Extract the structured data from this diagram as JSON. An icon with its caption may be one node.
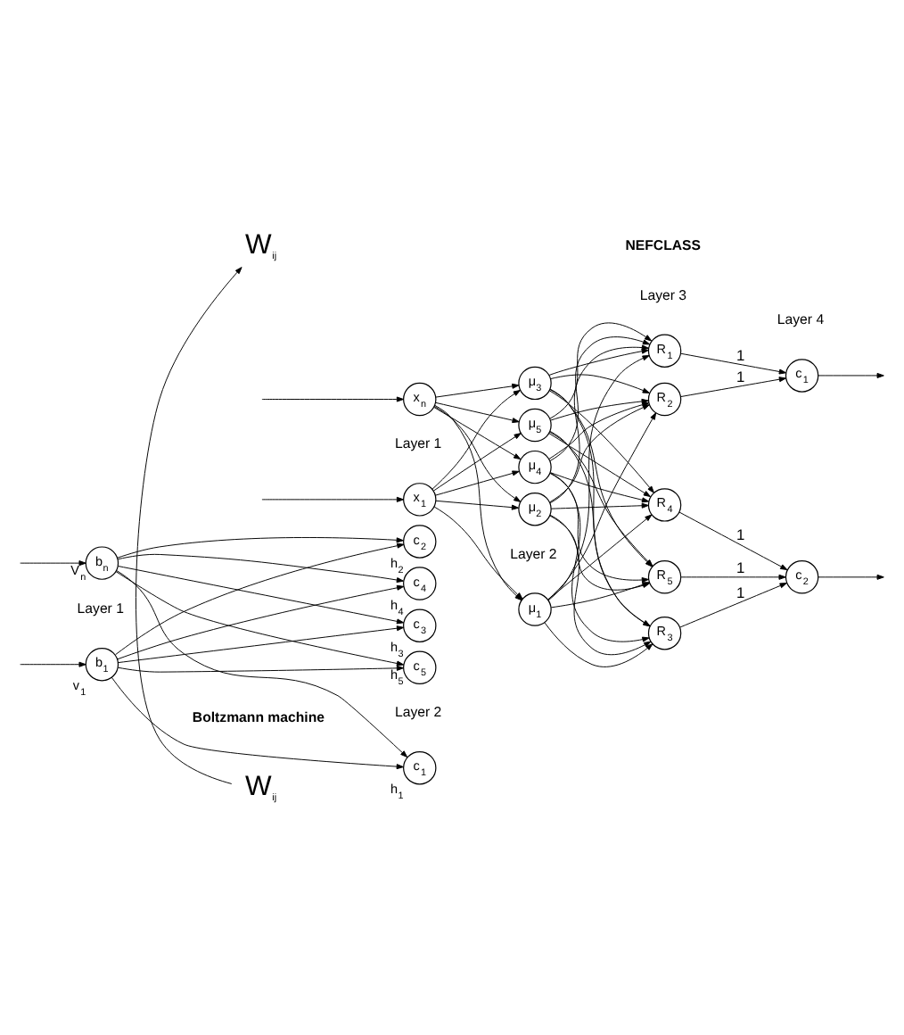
{
  "diagram": {
    "nodes": [
      {
        "text": [
          "b$_{1}$"
        ],
        "beside": [
          "v$_{1}$"
        ]
      },
      {
        "text": [
          "b$_{n}$"
        ],
        "beside": [
          "V$_{n}$"
        ]
      },
      {
        "text": [
          "c$_{1}$"
        ],
        "beside": [
          "h$_{1}$"
        ]
      },
      {
        "text": [
          "c$_{2}$"
        ],
        "beside": [
          "h$_{2}$"
        ]
      },
      {
        "text": [
          "c$_{3}$"
        ],
        "beside": [
          "h$_{3}$"
        ]
      },
      {
        "text": [
          "c$_{4}$"
        ],
        "beside": [
          "h$_{4}$"
        ]
      },
      {
        "text": [
          "c$_{5}$"
        ],
        "beside": [
          "h$_{5}$"
        ]
      },
      {
        "text": [
          "W$_{ij}$"
        ]
      },
      {
        "text": [
          "W$_{ij}$"
        ]
      },
      {
        "text": [
          "x$_{1}$"
        ]
      },
      {
        "text": [
          "x$_{n}$"
        ]
      },
      {
        "text": [
          "μ$_{1}$"
        ]
      },
      {
        "text": [
          "μ$_{2}$"
        ]
      },
      {
        "text": [
          "μ$_{3}$"
        ]
      },
      {
        "text": [
          "μ$_{4}$"
        ]
      },
      {
        "text": [
          "μ$_{5}$"
        ]
      },
      {
        "text": [
          "R$_{1}$"
        ]
      },
      {
        "text": [
          "R$_{2}$"
        ]
      },
      {
        "text": [
          "R$_{3}$"
        ]
      },
      {
        "text": [
          "R$_{4}$"
        ]
      },
      {
        "text": [
          "R$_{5}$"
        ]
      },
      {
        "text": [
          "c$_{1}$"
        ]
      },
      {
        "text": [
          "c$_{2}$"
        ]
      }
    ],
    "edges": [
      {
        "from": null,
        "to": 0,
        "arrow": "to"
      },
      {
        "from": null,
        "to": 1,
        "arrow": "to"
      },
      {
        "from": 0,
        "to": 2,
        "arrow": "to"
      },
      {
        "from": 0,
        "to": 3,
        "arrow": "to"
      },
      {
        "from": 0,
        "to": 4,
        "arrow": "to"
      },
      {
        "from": 0,
        "to": 5,
        "arrow": "to"
      },
      {
        "from": 0,
        "to": 6,
        "arrow": "to"
      },
      {
        "from": 1,
        "to": 2,
        "arrow": "to"
      },
      {
        "from": 1,
        "to": 3,
        "arrow": "to"
      },
      {
        "from": 1,
        "to": 4,
        "arrow": "to"
      },
      {
        "from": 1,
        "to": 5,
        "arrow": "to"
      },
      {
        "from": 1,
        "to": 6,
        "arrow": "to"
      },
      {
        "from": 7,
        "to": 8,
        "arrow": "to"
      },
      {
        "from": null,
        "to": 9,
        "arrow": "to"
      },
      {
        "from": null,
        "to": 10,
        "arrow": "to"
      },
      {
        "from": 9,
        "to": 11,
        "arrow": "to"
      },
      {
        "from": 9,
        "to": 12,
        "arrow": "to"
      },
      {
        "from": 9,
        "to": 13,
        "arrow": "to"
      },
      {
        "from": 9,
        "to": 14,
        "arrow": "to"
      },
      {
        "from": 9,
        "to": 15,
        "arrow": "to"
      },
      {
        "from": 10,
        "to": 11,
        "arrow": "to"
      },
      {
        "from": 10,
        "to": 12,
        "arrow": "to"
      },
      {
        "from": 10,
        "to": 13,
        "arrow": "to"
      },
      {
        "from": 10,
        "to": 14,
        "arrow": "to"
      },
      {
        "from": 10,
        "to": 15,
        "arrow": "to"
      },
      {
        "from": 11,
        "to": 16,
        "arrow": "to"
      },
      {
        "from": 11,
        "to": 17,
        "arrow": "to"
      },
      {
        "from": 11,
        "to": 18,
        "arrow": "to"
      },
      {
        "from": 11,
        "to": 19,
        "arrow": "to"
      },
      {
        "from": 11,
        "to": 20,
        "arrow": "to"
      },
      {
        "from": 12,
        "to": 16,
        "arrow": "to"
      },
      {
        "from": 12,
        "to": 17,
        "arrow": "to"
      },
      {
        "from": 12,
        "to": 18,
        "arrow": "to"
      },
      {
        "from": 12,
        "to": 19,
        "arrow": "to"
      },
      {
        "from": 12,
        "to": 20,
        "arrow": "to"
      },
      {
        "from": 13,
        "to": 16,
        "arrow": "to"
      },
      {
        "from": 13,
        "to": 17,
        "arrow": "to"
      },
      {
        "from": 13,
        "to": 18,
        "arrow": "to"
      },
      {
        "from": 13,
        "to": 19,
        "arrow": "to"
      },
      {
        "from": 13,
        "to": 20,
        "arrow": "to"
      },
      {
        "from": 14,
        "to": 16,
        "arrow": "to"
      },
      {
        "from": 14,
        "to": 17,
        "arrow": "to"
      },
      {
        "from": 14,
        "to": 18,
        "arrow": "to"
      },
      {
        "from": 14,
        "to": 19,
        "arrow": "to"
      },
      {
        "from": 14,
        "to": 20,
        "arrow": "to"
      },
      {
        "from": 15,
        "to": 16,
        "arrow": "to"
      },
      {
        "from": 15,
        "to": 17,
        "arrow": "to"
      },
      {
        "from": 15,
        "to": 18,
        "arrow": "to"
      },
      {
        "from": 15,
        "to": 19,
        "arrow": "to"
      },
      {
        "from": 15,
        "to": 20,
        "arrow": "to"
      },
      {
        "from": 16,
        "to": 21,
        "label": "1",
        "arrow": "to"
      },
      {
        "from": 17,
        "to": 21,
        "label": "1",
        "arrow": "to"
      },
      {
        "from": 18,
        "to": 22,
        "label": "1",
        "arrow": "to"
      },
      {
        "from": 19,
        "to": 22,
        "label": "1",
        "arrow": "to"
      },
      {
        "from": 20,
        "to": 22,
        "label": "1",
        "arrow": "to"
      },
      {
        "from": 21,
        "to": null,
        "arrow": "to"
      },
      {
        "from": 22,
        "to": null,
        "arrow": "to"
      }
    ],
    "labels": [
      "Boltzmann machine",
      "Layer 1",
      "Layer 2",
      "NEFCLASS",
      "Layer 1",
      "Layer 2",
      "Layer 3",
      "Layer 4"
    ]
  }
}
